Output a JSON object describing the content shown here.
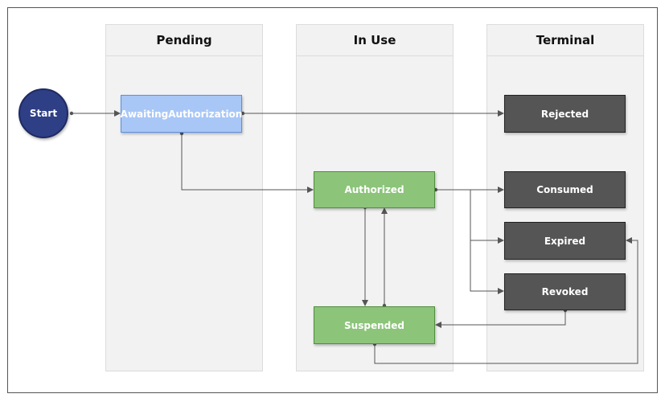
{
  "lanes": {
    "pending": "Pending",
    "in_use": "In Use",
    "terminal": "Terminal"
  },
  "nodes": {
    "start": "Start",
    "awaiting": "AwaitingAuthorization",
    "authorized": "Authorized",
    "suspended": "Suspended",
    "rejected": "Rejected",
    "consumed": "Consumed",
    "expired": "Expired",
    "revoked": "Revoked"
  },
  "colors": {
    "start": "#2f3f86",
    "awaiting": "#a8c7f7",
    "active": "#8cc47a",
    "terminal": "#555555",
    "edge": "#555555"
  }
}
